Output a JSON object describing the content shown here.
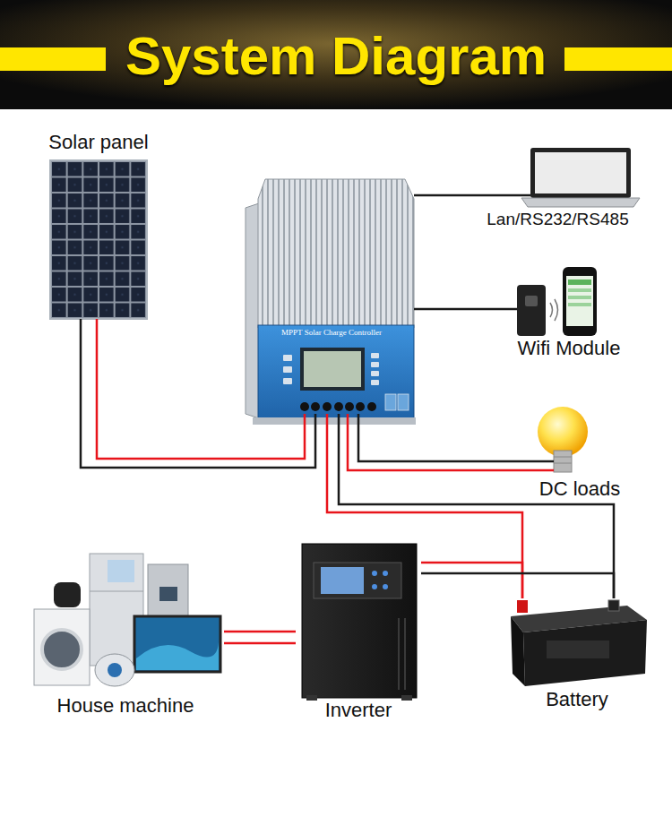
{
  "diagram": {
    "title": "System Diagram",
    "nodes": [
      {
        "text": [
          "Solar panel"
        ]
      },
      {
        "text": [
          "MPPT Solar Charge Controller"
        ]
      },
      {
        "text": [
          "Lan/RS232/RS485"
        ]
      },
      {
        "text": [
          "Wifi Module"
        ]
      },
      {
        "text": [
          "DC loads"
        ]
      },
      {
        "text": [
          "House machine"
        ]
      },
      {
        "text": [
          "Inverter"
        ]
      },
      {
        "text": [
          "Battery"
        ]
      }
    ],
    "edges": [
      {
        "from": 0,
        "to": 1,
        "arrow": "none"
      },
      {
        "from": 1,
        "to": 2,
        "arrow": "none"
      },
      {
        "from": 1,
        "to": 3,
        "arrow": "none"
      },
      {
        "from": 1,
        "to": 4,
        "arrow": "none"
      },
      {
        "from": 1,
        "to": 7,
        "arrow": "none"
      },
      {
        "from": 7,
        "to": 6,
        "arrow": "none"
      },
      {
        "from": 6,
        "to": 5,
        "arrow": "none"
      }
    ]
  }
}
